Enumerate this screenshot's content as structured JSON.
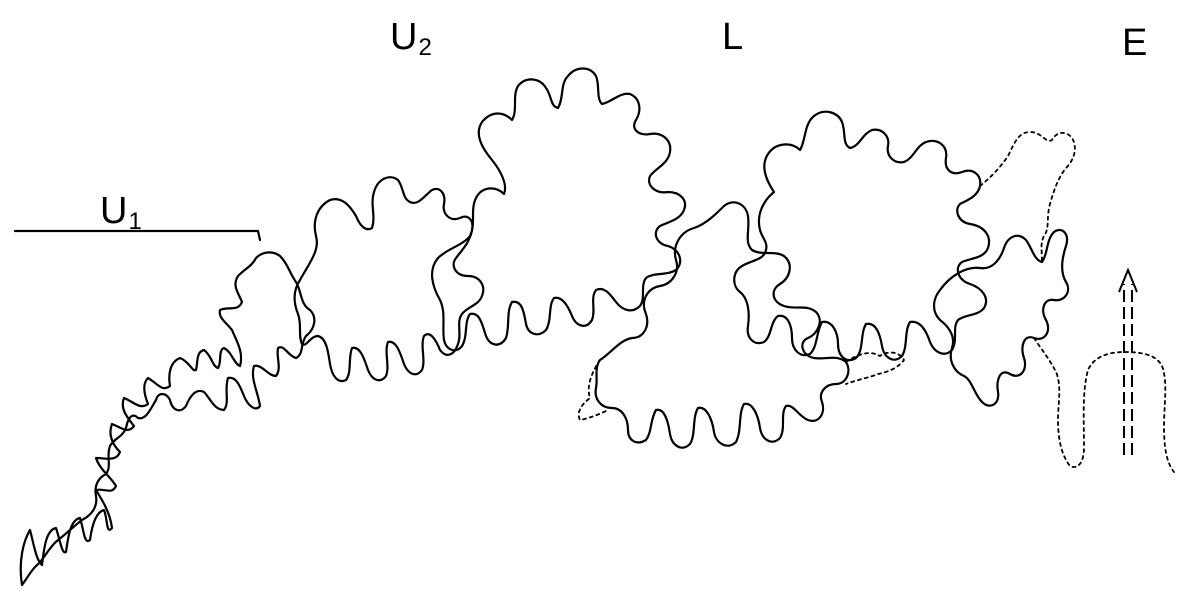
{
  "labels": {
    "u1": {
      "main": "U",
      "sub": "1"
    },
    "u2": {
      "main": "U",
      "sub": "2"
    },
    "l": "L",
    "e": "E"
  },
  "colors": {
    "line": "#000000",
    "background": "#ffffff"
  }
}
